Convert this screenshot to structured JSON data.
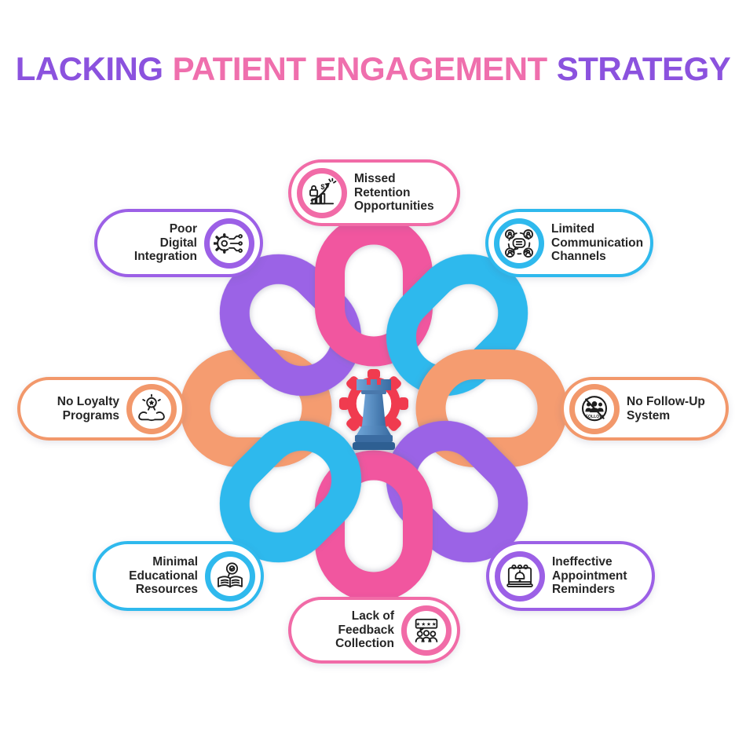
{
  "title": {
    "words": [
      {
        "text": "LACKING",
        "color": "#8B52DE"
      },
      {
        "text": "PATIENT ENGAGEMENT",
        "color": "#EF6FAD"
      },
      {
        "text": "STRATEGY",
        "color": "#8B52DE"
      }
    ]
  },
  "palette": {
    "pink": "#F1579F",
    "blue": "#2FB9ED",
    "orange": "#F59C6F",
    "purple": "#9B63E6"
  },
  "center": {
    "icon": "gear-with-chess-rook",
    "gear_color": "#F03A50",
    "rook_color": "#4878AC"
  },
  "items": [
    {
      "id": "missed-retention-opportunities",
      "label": "Missed\nRetention\nOpportunities",
      "color": "#F16BA7",
      "icon": "growth-lock-icon",
      "position": "top"
    },
    {
      "id": "limited-communication-channels",
      "label": "Limited\nCommunication\nChannels",
      "color": "#2FB9ED",
      "icon": "network-chat-icon",
      "position": "top-right"
    },
    {
      "id": "no-follow-up-system",
      "label": "No Follow-Up\nSystem",
      "color": "#F2986B",
      "icon": "no-follow-icon",
      "position": "right"
    },
    {
      "id": "ineffective-appointment-reminders",
      "label": "Ineffective\nAppointment\nReminders",
      "color": "#9C60E6",
      "icon": "calendar-bell-icon",
      "position": "bottom-right"
    },
    {
      "id": "lack-of-feedback-collection",
      "label": "Lack of\nFeedback\nCollection",
      "color": "#F16BA7",
      "icon": "feedback-survey-icon",
      "position": "bottom"
    },
    {
      "id": "minimal-educational-resources",
      "label": "Minimal\nEducational\nResources",
      "color": "#2FB9ED",
      "icon": "education-book-icon",
      "position": "bottom-left"
    },
    {
      "id": "no-loyalty-programs",
      "label": "No Loyalty\nPrograms",
      "color": "#F2986B",
      "icon": "loyalty-badge-icon",
      "position": "left"
    },
    {
      "id": "poor-digital-integration",
      "label": "Poor\nDigital\nIntegration",
      "color": "#9C60E6",
      "icon": "digital-gear-icon",
      "position": "top-left"
    }
  ]
}
